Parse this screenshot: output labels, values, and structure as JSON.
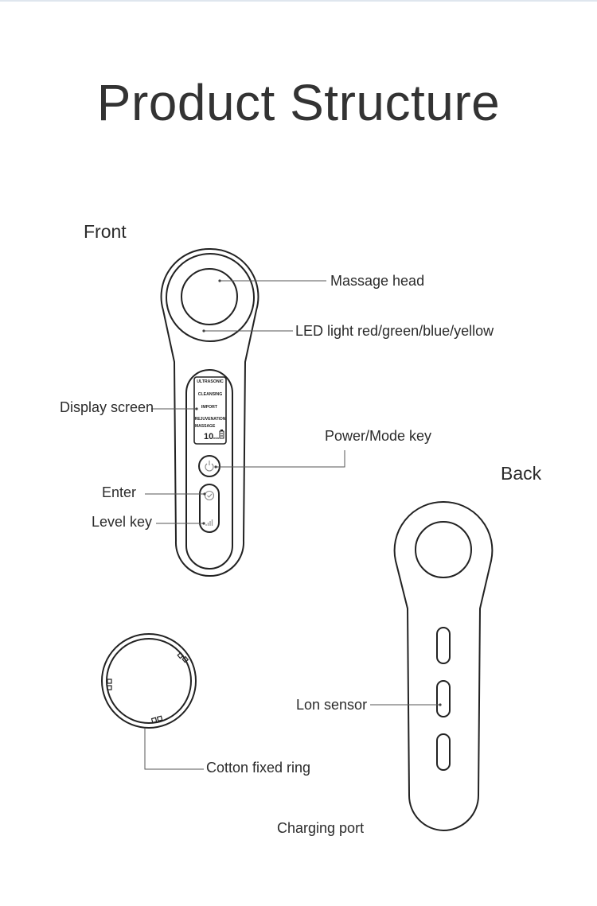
{
  "title": "Product Structure",
  "sections": {
    "front": "Front",
    "back": "Back"
  },
  "labels": {
    "massage_head": "Massage head",
    "led_light": "LED light red/green/blue/yellow",
    "display_screen": "Display screen",
    "power_mode_key": "Power/Mode key",
    "enter": "Enter",
    "level_key": "Level key",
    "cotton_fixed_ring": "Cotton fixed ring",
    "lon_sensor": "Lon sensor",
    "charging_port": "Charging port"
  },
  "screen": {
    "modes": [
      "ULTRASONIC",
      "CLEANSING",
      "IMPORT",
      "REJUVENATION",
      "MASSAGE"
    ],
    "readout": "10",
    "unit": "min"
  },
  "colors": {
    "stroke": "#222222",
    "leader": "#555555",
    "text": "#2b2b2b"
  }
}
